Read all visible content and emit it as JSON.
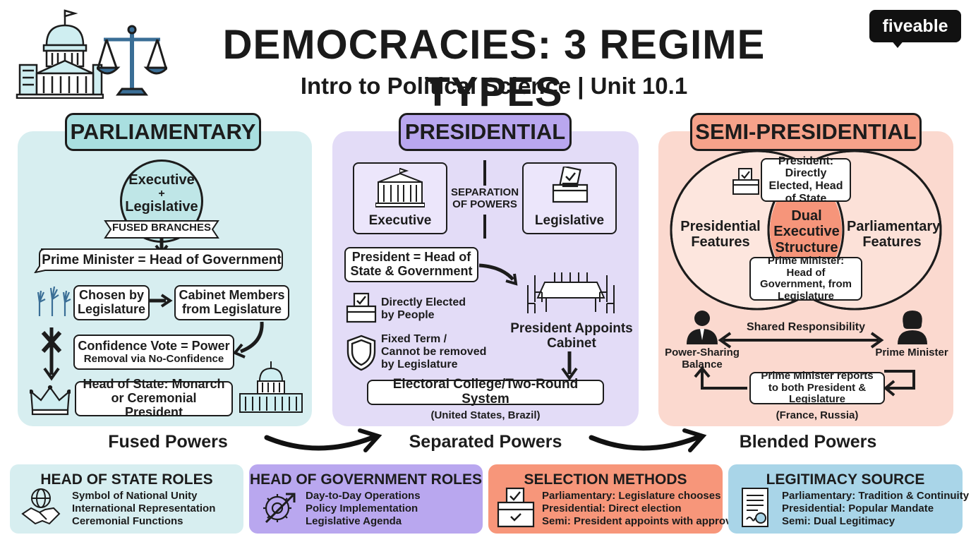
{
  "header": {
    "title": "DEMOCRACIES: 3 REGIME TYPES",
    "subtitle": "Intro to Political Science | Unit 10.1",
    "logo": "fiveable"
  },
  "icons": [
    "capitol-building-icon",
    "scales-of-justice-icon",
    "raised-hands-icon",
    "crown-icon",
    "ballot-box-icon",
    "shield-icon",
    "conference-table-icon",
    "person-icon",
    "globe-handshake-icon",
    "gear-arrow-icon",
    "document-seal-icon"
  ],
  "colors": {
    "parliamentary": "#d7eef0",
    "presidential": "#e3dcf7",
    "semi_presidential": "#fbd9cf",
    "ink": "#1c1c1c"
  },
  "parliamentary": {
    "heading": "PARLIAMENTARY",
    "circle_line1": "Executive",
    "circle_plus": "+",
    "circle_line2": "Legislative",
    "ribbon": "FUSED BRANCHES",
    "pm": "Prime Minister = Head of Government",
    "chosen": "Chosen by Legislature",
    "cabinet": "Cabinet Members from Legislature",
    "confidence_line1": "Confidence Vote = Power",
    "confidence_line2": "Removal via No-Confidence",
    "head_of_state": "Head of State: Monarch or Ceremonial President",
    "caption": "Fused Powers"
  },
  "presidential": {
    "heading": "PRESIDENTIAL",
    "executive": "Executive",
    "separation": "SEPARATION OF POWERS",
    "legislative": "Legislative",
    "president": "President = Head of State & Government",
    "elected": "Directly Elected by People",
    "fixed_term": "Fixed Term / Cannot be removed by Legislature",
    "appoints": "President Appoints Cabinet",
    "electoral": "Electoral College/Two-Round System",
    "examples": "(United States, Brazil)",
    "caption": "Separated Powers"
  },
  "semi": {
    "heading": "SEMI-PRESIDENTIAL",
    "president_box": "President: Directly Elected, Head of State",
    "dual": "Dual Executive Structure",
    "presidential_features": "Presidential Features",
    "parliamentary_features": "Parliamentary Features",
    "pm_box": "Prime Minister: Head of Government, from Legislature",
    "shared": "Shared Responsibility",
    "balance": "Power-Sharing Balance",
    "prime_minister": "Prime Minister",
    "reports": "Prime Minister reports to both President & Legislature",
    "examples": "(France, Russia)",
    "caption": "Blended Powers"
  },
  "cards": [
    {
      "title": "HEAD OF STATE ROLES",
      "color": "#d7eef0",
      "icon": "globe-handshake-icon",
      "items": [
        "Symbol of National Unity",
        "International Representation",
        "Ceremonial Functions"
      ]
    },
    {
      "title": "HEAD OF GOVERNMENT ROLES",
      "color": "#b9a7ef",
      "icon": "gear-arrow-icon",
      "items": [
        "Day-to-Day Operations",
        "Policy Implementation",
        "Legislative Agenda"
      ]
    },
    {
      "title": "SELECTION METHODS",
      "color": "#f7967a",
      "icon": "ballot-box-icon",
      "items": [
        "Parliamentary: Legislature chooses",
        "Presidential: Direct election",
        "Semi: President appoints with approval"
      ]
    },
    {
      "title": "LEGITIMACY SOURCE",
      "color": "#a9d5e8",
      "icon": "document-seal-icon",
      "items": [
        "Parliamentary: Tradition & Continuity",
        "Presidential: Popular Mandate",
        "Semi: Dual Legitimacy"
      ]
    }
  ]
}
